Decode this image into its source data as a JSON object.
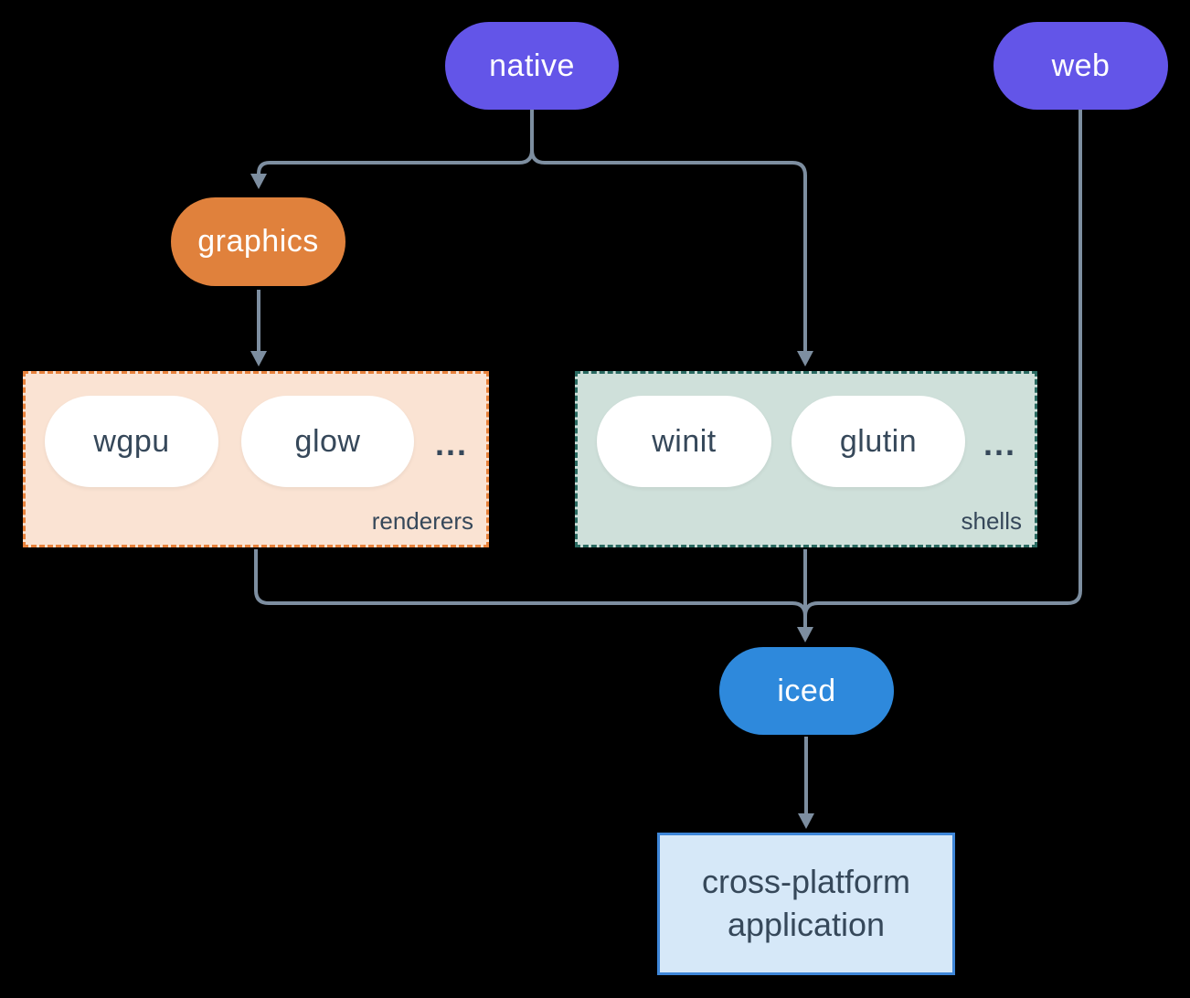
{
  "diagram": {
    "nodes": {
      "native": {
        "label": "native"
      },
      "web": {
        "label": "web"
      },
      "graphics": {
        "label": "graphics"
      },
      "iced": {
        "label": "iced"
      },
      "app": {
        "label": "cross-platform application"
      }
    },
    "groups": {
      "renderers": {
        "label": "renderers",
        "items": [
          "wgpu",
          "glow"
        ],
        "ellipsis": "..."
      },
      "shells": {
        "label": "shells",
        "items": [
          "winit",
          "glutin"
        ],
        "ellipsis": "..."
      }
    },
    "edges": [
      {
        "from": "native",
        "to": "graphics"
      },
      {
        "from": "native",
        "to": "shells"
      },
      {
        "from": "graphics",
        "to": "renderers"
      },
      {
        "from": "renderers",
        "to": "iced"
      },
      {
        "from": "shells",
        "to": "iced"
      },
      {
        "from": "web",
        "to": "iced"
      },
      {
        "from": "iced",
        "to": "app"
      }
    ],
    "colors": {
      "background": "#000000",
      "connector": "#7d8ea0",
      "node_purple": "#6355e8",
      "node_orange": "#e0813c",
      "node_blue": "#2e89dc",
      "text_light": "#ffffff",
      "text_dark": "#36485a",
      "pill_white": "#ffffff",
      "renderers_fill": "#fae3d3",
      "renderers_border": "#e8823c",
      "shells_fill": "#cfe0da",
      "shells_border": "#2a6a61",
      "app_fill": "#d6e8f8",
      "app_border": "#3e86d8"
    }
  }
}
